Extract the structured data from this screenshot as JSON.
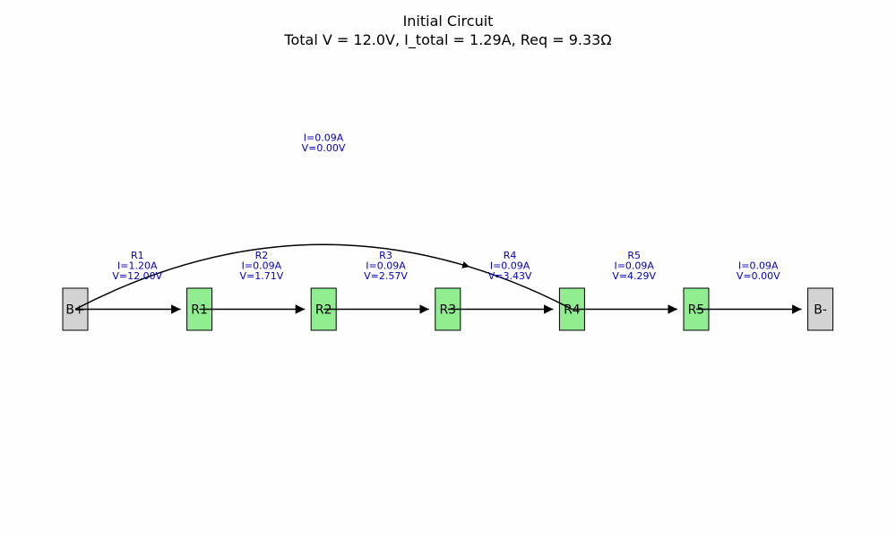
{
  "title": "Initial Circuit",
  "subtitle": "Total V = 12.0V, I_total = 1.29A, Req = 9.33Ω",
  "colors": {
    "battery_fill": "#d3d3d3",
    "resistor_fill": "#90ee90",
    "edge_label": "#0000cc",
    "edge": "#000000"
  },
  "nodes": [
    {
      "id": "B+",
      "label": "B+",
      "kind": "battery"
    },
    {
      "id": "R1",
      "label": "R1",
      "kind": "resistor"
    },
    {
      "id": "R2",
      "label": "R2",
      "kind": "resistor"
    },
    {
      "id": "R3",
      "label": "R3",
      "kind": "resistor"
    },
    {
      "id": "R4",
      "label": "R4",
      "kind": "resistor"
    },
    {
      "id": "R5",
      "label": "R5",
      "kind": "resistor"
    },
    {
      "id": "B-",
      "label": "B-",
      "kind": "battery"
    }
  ],
  "edges": [
    {
      "from": "B+",
      "to": "R1",
      "lines": [
        "R1",
        "I=1.20A",
        "V=12.00V"
      ]
    },
    {
      "from": "R1",
      "to": "R2",
      "lines": [
        "R2",
        "I=0.09A",
        "V=1.71V"
      ]
    },
    {
      "from": "R2",
      "to": "R3",
      "lines": [
        "R3",
        "I=0.09A",
        "V=2.57V"
      ]
    },
    {
      "from": "R3",
      "to": "R4",
      "lines": [
        "R4",
        "I=0.09A",
        "V=3.43V"
      ]
    },
    {
      "from": "R4",
      "to": "R5",
      "lines": [
        "R5",
        "I=0.09A",
        "V=4.29V"
      ]
    },
    {
      "from": "R5",
      "to": "B-",
      "lines": [
        "I=0.09A",
        "V=0.00V"
      ]
    },
    {
      "from": "B+",
      "to": "R4",
      "curved": true,
      "lines": [
        "I=0.09A",
        "V=0.00V"
      ]
    }
  ]
}
